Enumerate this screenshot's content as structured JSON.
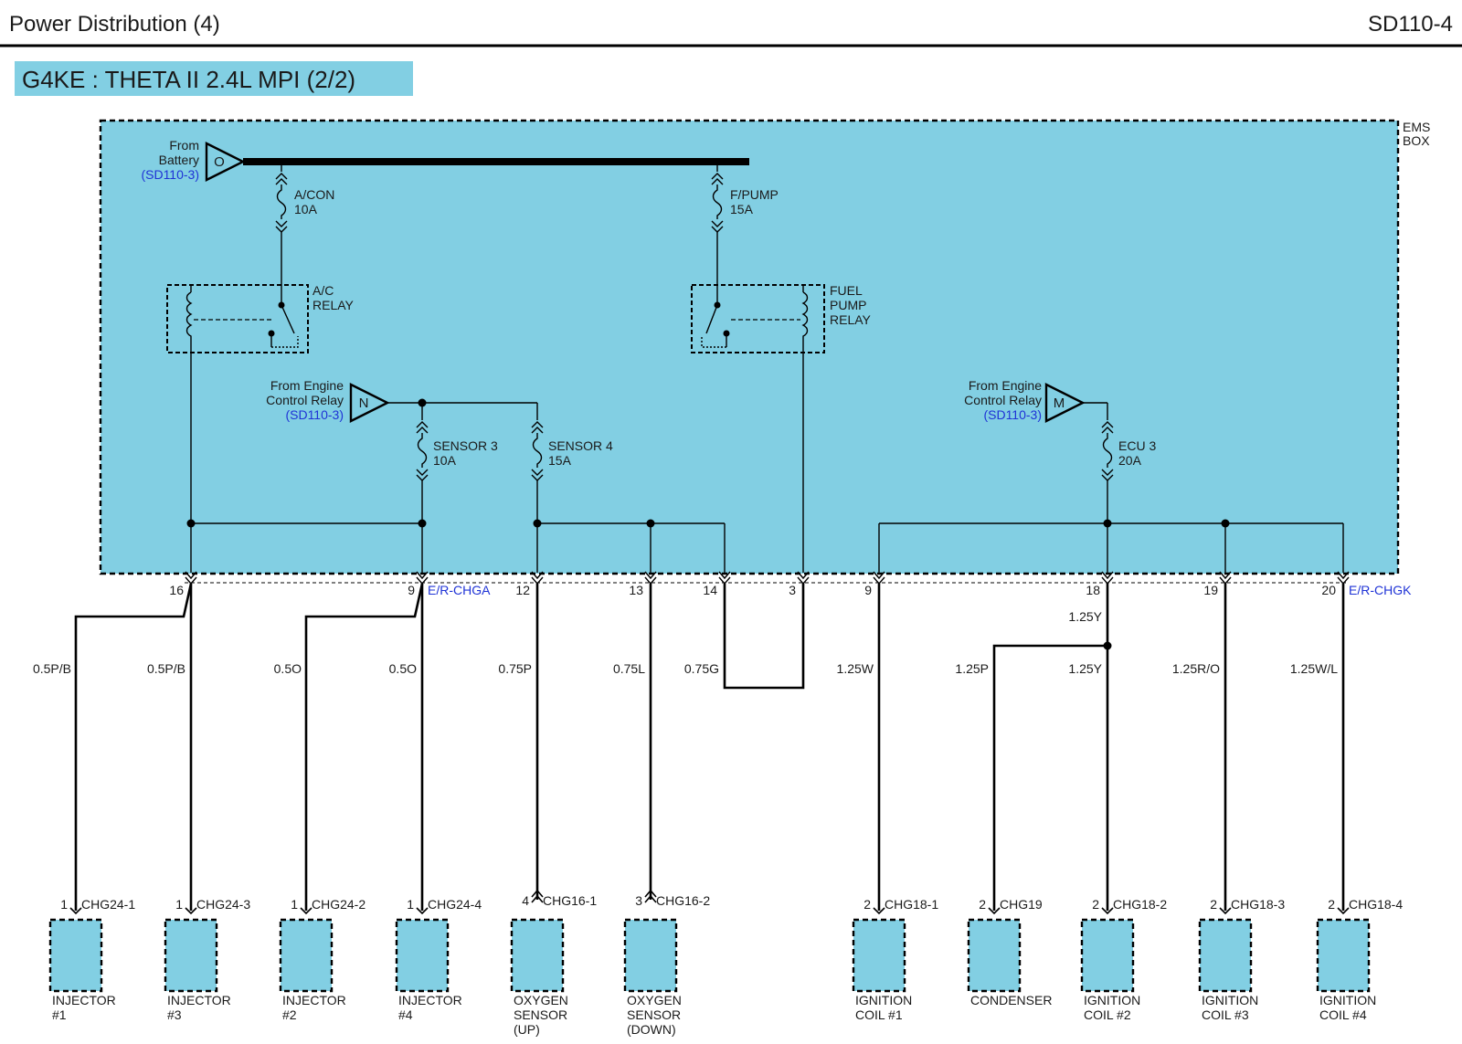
{
  "header": {
    "title": "Power Distribution (4)",
    "code": "SD110-4"
  },
  "engine_label": "G4KE : THETA II 2.4L MPI (2/2)",
  "ems_box": {
    "line1": "EMS",
    "line2": "BOX"
  },
  "sources": {
    "battery": {
      "line1": "From",
      "line2": "Battery",
      "ref": "(SD110-3)",
      "symbol": "O"
    },
    "ecr_n": {
      "line1": "From Engine",
      "line2": "Control Relay",
      "ref": "(SD110-3)",
      "symbol": "N"
    },
    "ecr_m": {
      "line1": "From Engine",
      "line2": "Control Relay",
      "ref": "(SD110-3)",
      "symbol": "M"
    }
  },
  "fuses": {
    "acon": {
      "name": "A/CON",
      "rating": "10A"
    },
    "fpump": {
      "name": "F/PUMP",
      "rating": "15A"
    },
    "sensor3": {
      "name": "SENSOR 3",
      "rating": "10A"
    },
    "sensor4": {
      "name": "SENSOR 4",
      "rating": "15A"
    },
    "ecu3": {
      "name": "ECU 3",
      "rating": "20A"
    }
  },
  "relays": {
    "ac": {
      "line1": "A/C",
      "line2": "RELAY"
    },
    "fuel": {
      "line1": "FUEL",
      "line2": "PUMP",
      "line3": "RELAY"
    }
  },
  "connectors": {
    "chga": "E/R-CHGA",
    "chgk": "E/R-CHGK"
  },
  "pins": {
    "p16": "16",
    "p9a": "9",
    "p12": "12",
    "p13": "13",
    "p14": "14",
    "p3": "3",
    "p9k": "9",
    "p18": "18",
    "p19": "19",
    "p20": "20"
  },
  "wires": {
    "inj1": "0.5P/B",
    "inj3": "0.5P/B",
    "inj2": "0.5O",
    "inj4": "0.5O",
    "o2up": "0.75P",
    "o2down": "0.75L",
    "loop": "0.75G",
    "coil1": "1.25W",
    "cond": "1.25P",
    "p18top": "1.25Y",
    "coil2": "1.25Y",
    "coil3": "1.25R/O",
    "coil4": "1.25W/L"
  },
  "components": [
    {
      "pin": "1",
      "conn": "CHG24-1",
      "line1": "INJECTOR",
      "line2": "#1",
      "line3": ""
    },
    {
      "pin": "1",
      "conn": "CHG24-3",
      "line1": "INJECTOR",
      "line2": "#3",
      "line3": ""
    },
    {
      "pin": "1",
      "conn": "CHG24-2",
      "line1": "INJECTOR",
      "line2": "#2",
      "line3": ""
    },
    {
      "pin": "1",
      "conn": "CHG24-4",
      "line1": "INJECTOR",
      "line2": "#4",
      "line3": ""
    },
    {
      "pin": "4",
      "conn": "CHG16-1",
      "line1": "OXYGEN",
      "line2": "SENSOR",
      "line3": "(UP)"
    },
    {
      "pin": "3",
      "conn": "CHG16-2",
      "line1": "OXYGEN",
      "line2": "SENSOR",
      "line3": "(DOWN)"
    },
    {
      "pin": "2",
      "conn": "CHG18-1",
      "line1": "IGNITION",
      "line2": "COIL #1",
      "line3": ""
    },
    {
      "pin": "2",
      "conn": "CHG19",
      "line1": "CONDENSER",
      "line2": "",
      "line3": ""
    },
    {
      "pin": "2",
      "conn": "CHG18-2",
      "line1": "IGNITION",
      "line2": "COIL #2",
      "line3": ""
    },
    {
      "pin": "2",
      "conn": "CHG18-3",
      "line1": "IGNITION",
      "line2": "COIL #3",
      "line3": ""
    },
    {
      "pin": "2",
      "conn": "CHG18-4",
      "line1": "IGNITION",
      "line2": "COIL #4",
      "line3": ""
    }
  ],
  "colors": {
    "fill": "#82cfe3",
    "label_bg": "#82cfe3",
    "reference": "#1f33d6",
    "wire": "#000000"
  }
}
